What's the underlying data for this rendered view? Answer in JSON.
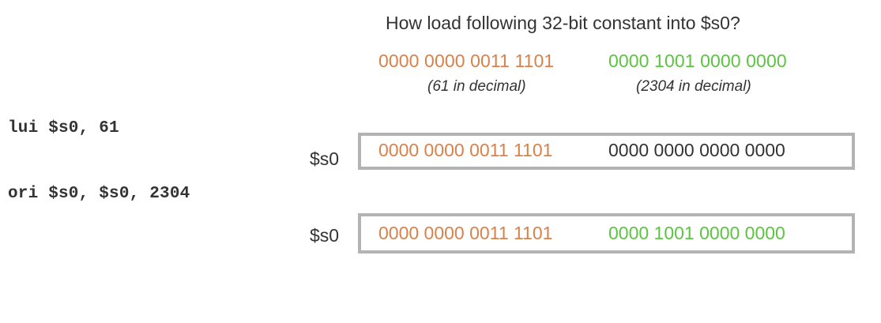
{
  "question": "How load following 32-bit constant into $s0?",
  "constant": {
    "upper_bits": "0000 0000 0011 1101",
    "lower_bits": "0000 1001 0000 0000",
    "upper_note": "(61 in decimal)",
    "lower_note": "(2304 in decimal)"
  },
  "instructions": [
    {
      "text": "lui $s0, 61"
    },
    {
      "text": "ori $s0, $s0, 2304"
    }
  ],
  "registers": [
    {
      "label": "$s0",
      "upper_bits": "0000 0000 0011 1101",
      "lower_bits": "0000 0000 0000 0000"
    },
    {
      "label": "$s0",
      "upper_bits": "0000 0000 0011 1101",
      "lower_bits": "0000 1001 0000 0000"
    }
  ],
  "colors": {
    "upper": "#d9814a",
    "lower": "#5cc442",
    "text": "#333333",
    "register_border": "#b3b3b3"
  }
}
